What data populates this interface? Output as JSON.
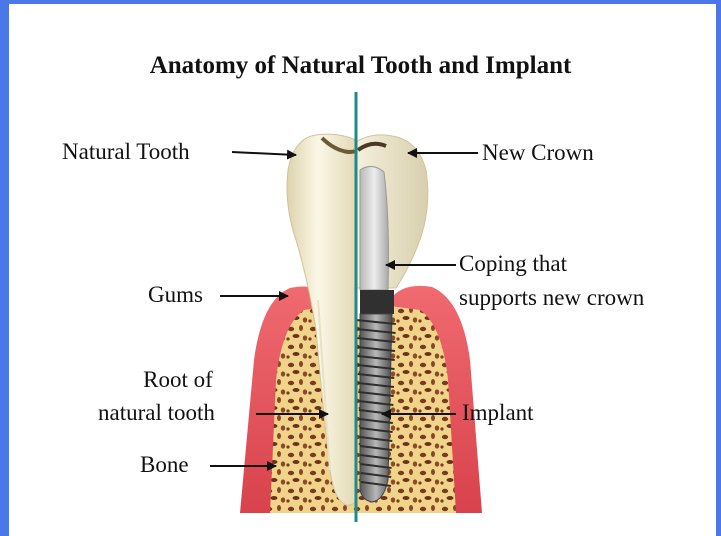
{
  "diagram": {
    "title": "Anatomy of Natural Tooth and  Implant",
    "labels": {
      "natural_tooth": "Natural Tooth",
      "new_crown": "New Crown",
      "coping_line1": "Coping that",
      "coping_line2": "supports new crown",
      "gums": "Gums",
      "root_line1": "Root of",
      "root_line2": "natural tooth",
      "implant": "Implant",
      "bone": "Bone"
    }
  },
  "colors": {
    "frame": "#4a78e8",
    "divider": "#1f8a8a",
    "gum": "#e0505a",
    "bone": "#f0d48a",
    "enamel": "#f3ecd2",
    "implant_metal": "#7d7d7d"
  }
}
